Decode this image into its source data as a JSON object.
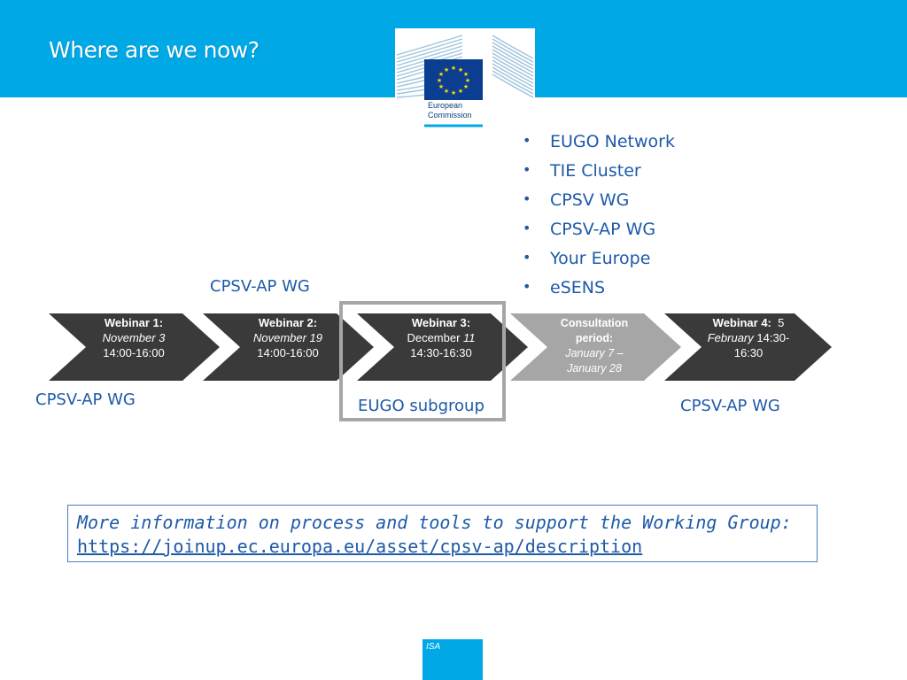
{
  "header": {
    "title": "Where are we now?"
  },
  "logo": {
    "line1": "European",
    "line2": "Commission"
  },
  "bullets": [
    "EUGO Network",
    "TIE Cluster",
    "CPSV WG",
    "CPSV-AP WG",
    "Your Europe",
    "eSENS"
  ],
  "labels": {
    "above_webinar2": "CPSV-AP WG",
    "below_webinar1": "CPSV-AP WG",
    "below_webinar3": "EUGO subgroup",
    "below_webinar4": "CPSV-AP WG"
  },
  "steps": [
    {
      "title": "Webinar 1:",
      "date": "November 3",
      "time": "14:00-16:00"
    },
    {
      "title": "Webinar 2:",
      "date": "November 19",
      "time": "14:00-16:00"
    },
    {
      "title": "Webinar 3:",
      "date_prefix": "December",
      "date": "11",
      "time": "14:30-16:30"
    },
    {
      "title": "Consultation",
      "title2": "period:",
      "date": "January 7 –",
      "date2": "January 28"
    },
    {
      "title": "Webinar 4:",
      "day": "5",
      "date": "February",
      "time": "14:30-",
      "time2": "16:30"
    }
  ],
  "info": {
    "lead": "More information on process and tools to support the Working Group:",
    "link": "https://joinup.ec.europa.eu/asset/cpsv-ap/description"
  },
  "footer": {
    "isa": "ISA"
  },
  "colors": {
    "header": "#00a8e6",
    "text_blue": "#1e5aa8",
    "chevron_dark": "#3a3a3a",
    "chevron_light": "#a6a6a6"
  }
}
